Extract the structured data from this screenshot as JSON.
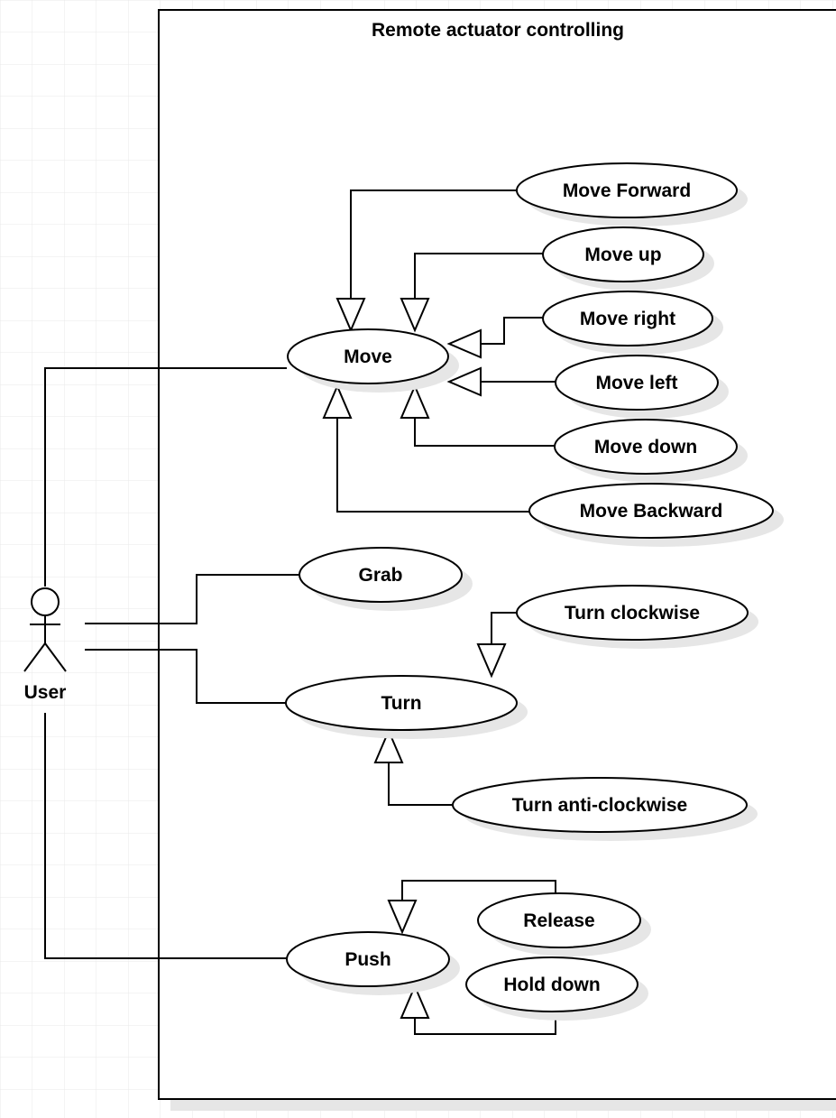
{
  "diagram": {
    "system_title": "Remote actuator controlling",
    "actor": {
      "label": "User"
    },
    "use_cases": {
      "move": "Move",
      "move_forward": "Move Forward",
      "move_up": "Move up",
      "move_right": "Move right",
      "move_left": "Move left",
      "move_down": "Move down",
      "move_backward": "Move Backward",
      "grab": "Grab",
      "turn": "Turn",
      "turn_clockwise": "Turn clockwise",
      "turn_anticlockwise": "Turn anti-clockwise",
      "push": "Push",
      "release": "Release",
      "hold_down": "Hold down"
    },
    "colors": {
      "line": "#000000",
      "shadow": "#e6e6e6",
      "grid": "#e8e8e8",
      "background": "#ffffff"
    }
  }
}
